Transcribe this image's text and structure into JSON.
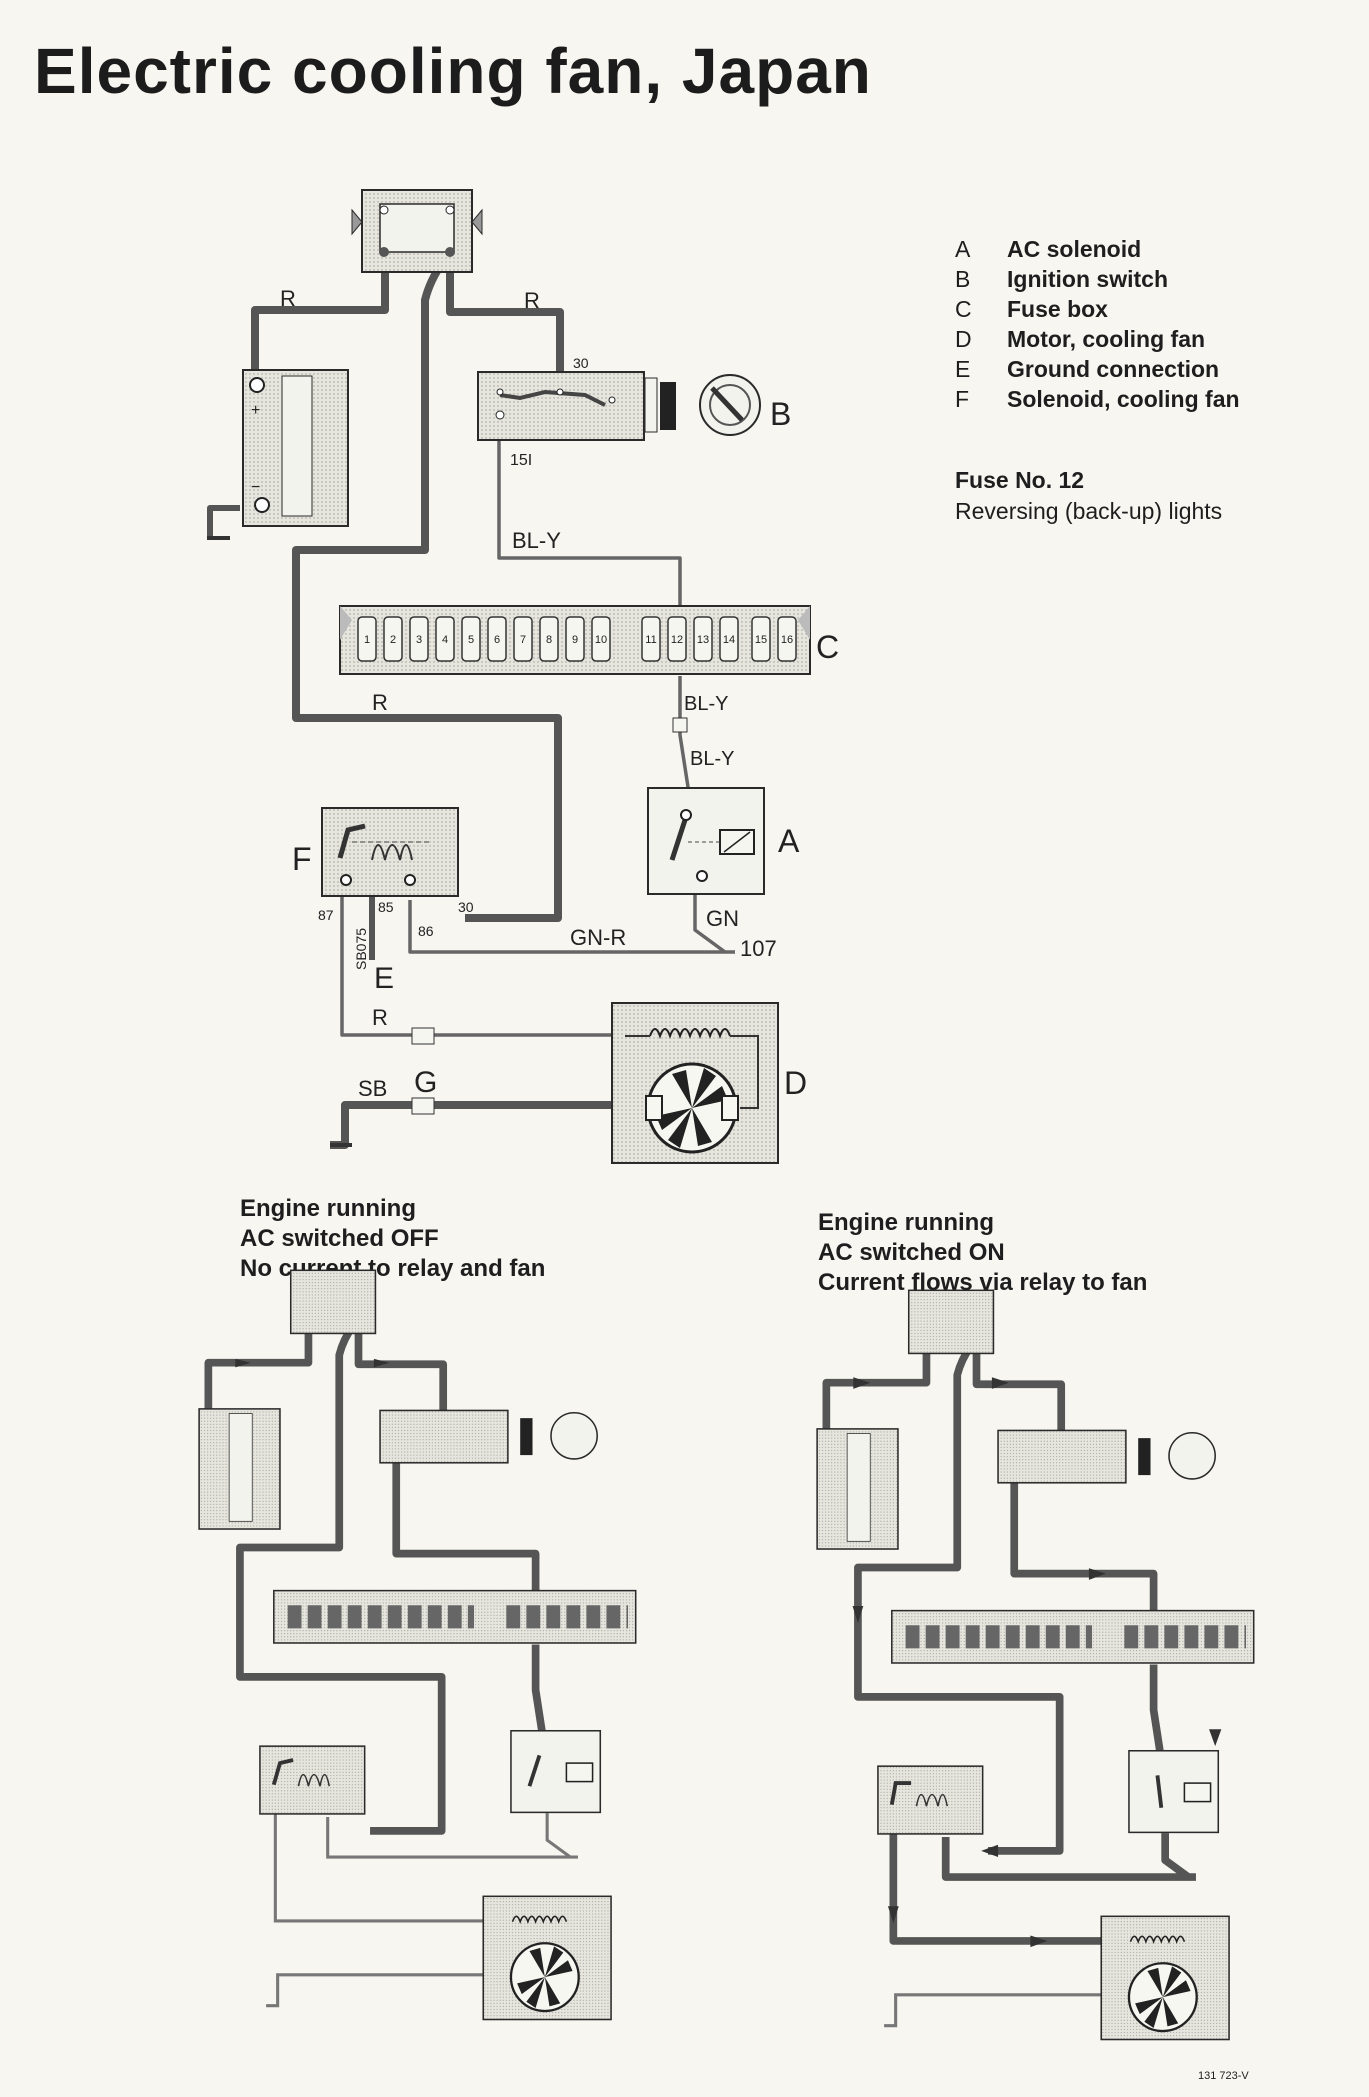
{
  "title": "Electric cooling fan, Japan",
  "legend": [
    {
      "key": "A",
      "label": "AC solenoid"
    },
    {
      "key": "B",
      "label": "Ignition switch"
    },
    {
      "key": "C",
      "label": "Fuse box"
    },
    {
      "key": "D",
      "label": "Motor, cooling fan"
    },
    {
      "key": "E",
      "label": "Ground connection"
    },
    {
      "key": "F",
      "label": "Solenoid, cooling fan"
    }
  ],
  "fuse": {
    "title": "Fuse No. 12",
    "description": "Reversing (back-up) lights"
  },
  "diagram": {
    "component_letters": {
      "A": "A",
      "B": "B",
      "C": "C",
      "D": "D",
      "E": "E",
      "F": "F",
      "G": "G"
    },
    "wire_colors": {
      "r": "R",
      "bl_y": "BL-Y",
      "gn_r": "GN-R",
      "gn": "GN",
      "sb": "SB"
    },
    "terminals": {
      "t30_switch": "30",
      "t15": "15I",
      "t87": "87",
      "t85": "85",
      "t86": "86",
      "t30_relay": "30",
      "ground_code": "SB075",
      "node_107": "107"
    },
    "fuse_numbers": [
      "1",
      "2",
      "3",
      "4",
      "5",
      "6",
      "7",
      "8",
      "9",
      "10",
      "11",
      "12",
      "13",
      "14",
      "15",
      "16"
    ]
  },
  "captions": {
    "off": [
      "Engine running",
      "AC switched OFF",
      "No current to relay and fan"
    ],
    "on": [
      "Engine running",
      "AC switched ON",
      "Current flows via relay to fan"
    ]
  },
  "drawing_code": "131 723-V",
  "colors": {
    "wire": "#555555",
    "outline": "#2a2a2a",
    "shade": "#d8d8d0",
    "paper": "#f7f6f1"
  }
}
